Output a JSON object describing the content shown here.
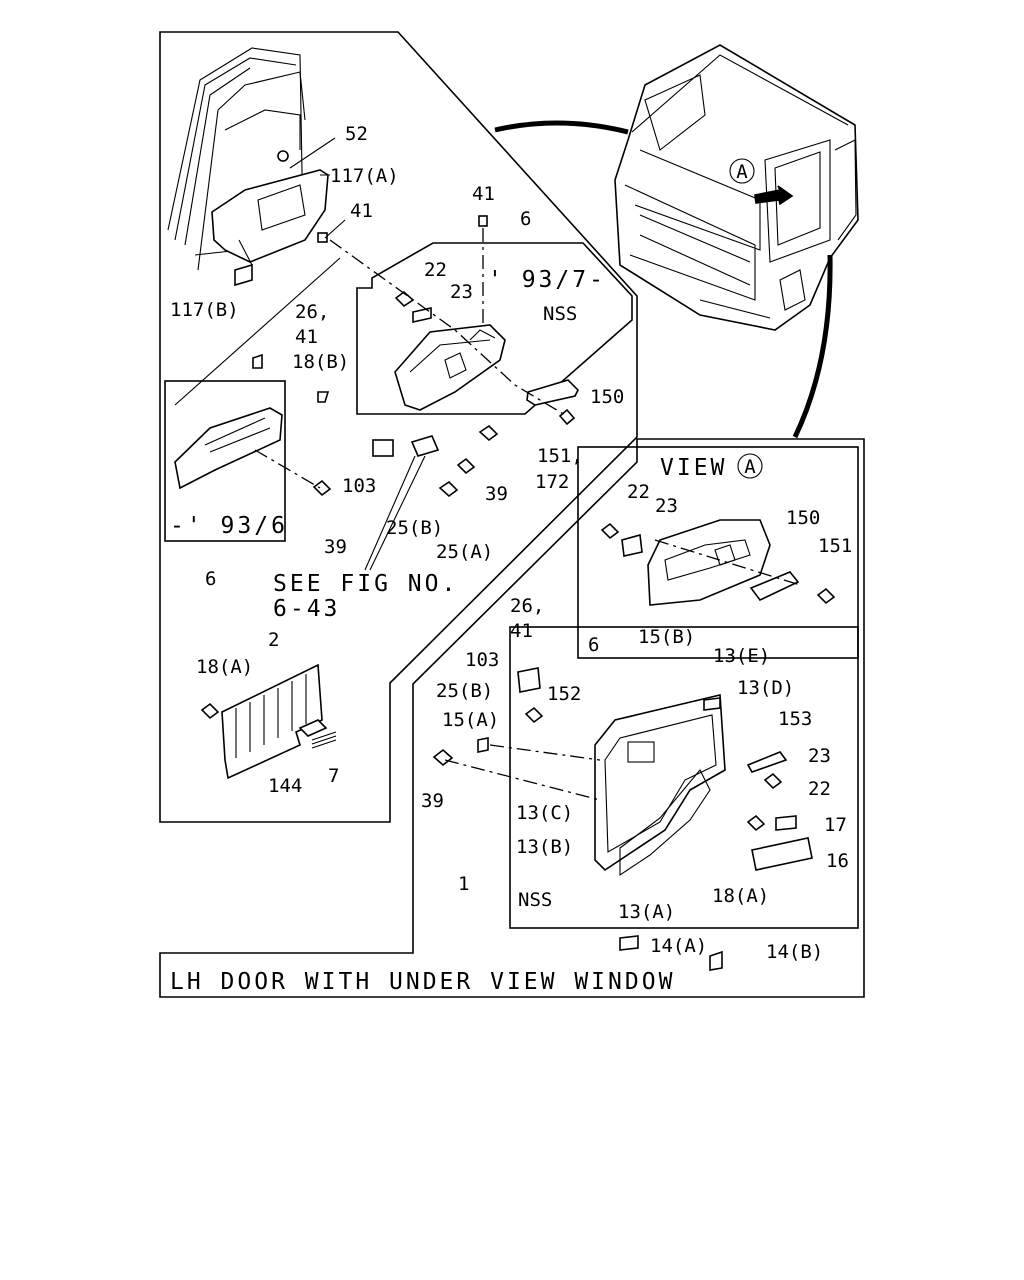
{
  "diagram": {
    "caption": "LH DOOR WITH UNDER VIEW WINDOW",
    "view_title": "VIEW",
    "view_letter": "A",
    "cab_marker": "A",
    "see_fig": "SEE FIG NO.",
    "see_fig_no": "6-43",
    "variants": {
      "early": "-' 93/6",
      "late": "' 93/7-"
    },
    "labels": {
      "l52": "52",
      "l117a": "117(A)",
      "l41a": "41",
      "l117b": "117(B)",
      "l41b": "41",
      "l6a": "6",
      "l22a": "22",
      "l23a": "23",
      "lnss1": "NSS",
      "l26a": "26,",
      "l41c": "41",
      "l18b": "18(B)",
      "l150a": "150",
      "l151a": "151,",
      "l172": "172",
      "l103a": "103",
      "l39a": "39",
      "l25ba": "25(B)",
      "l25a": "25(A)",
      "l39b": "39",
      "l6b": "6",
      "l22b": "22",
      "l23b": "23",
      "l150b": "150",
      "l151b": "151",
      "l6c": "6",
      "l15b": "15(B)",
      "l26b": "26,",
      "l41d": "41",
      "l103b": "103",
      "l152": "152",
      "l25bb": "25(B)",
      "l15a": "15(A)",
      "l39c": "39",
      "l13e": "13(E)",
      "l13d": "13(D)",
      "l153": "153",
      "l23c": "23",
      "l22c": "22",
      "l13c": "13(C)",
      "l13b": "13(B)",
      "l17": "17",
      "l16": "16",
      "l1": "1",
      "lnss2": "NSS",
      "l13a": "13(A)",
      "l18ab": "18(A)",
      "l14a": "14(A)",
      "l14b": "14(B)",
      "l2": "2",
      "l18aa": "18(A)",
      "l144": "144",
      "l7": "7"
    }
  }
}
